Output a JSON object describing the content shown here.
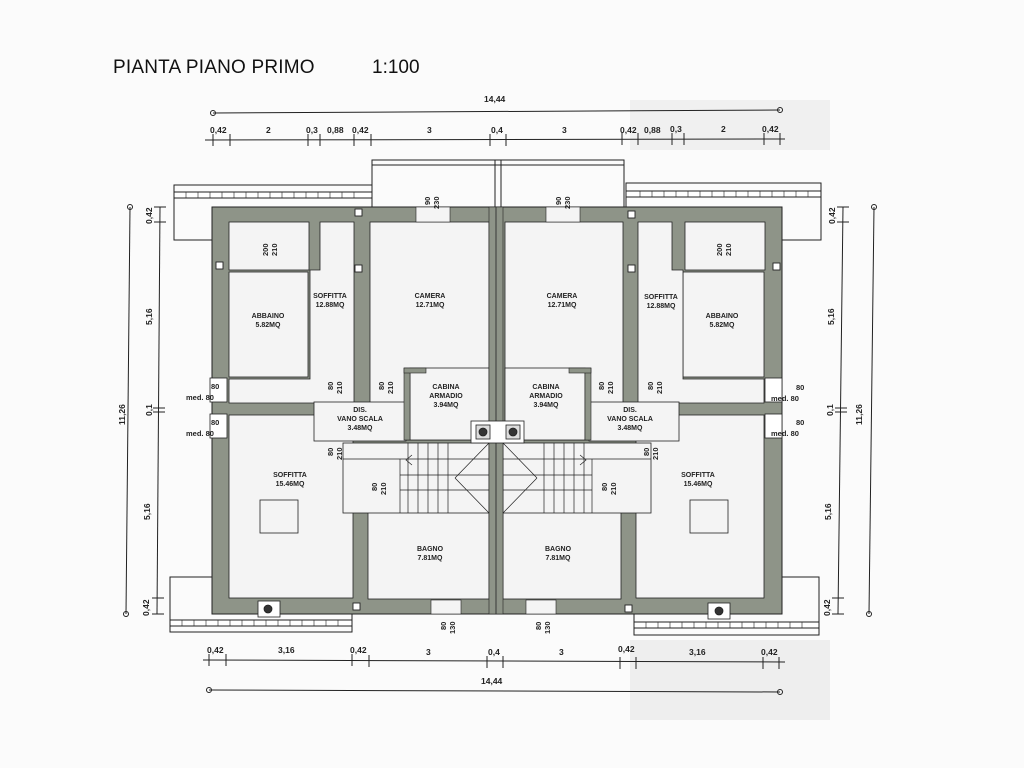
{
  "header": {
    "title": "PIANTA PIANO PRIMO",
    "scale": "1:100"
  },
  "colors": {
    "wall": "#8e9488",
    "floor": "#f4f4f4",
    "line": "#222222",
    "shadow": "#d9d9d9"
  },
  "dimensions": {
    "top_total": "14,44",
    "top_segments": [
      "0,42",
      "2",
      "0,3",
      "0,88",
      "0,42",
      "3",
      "0,4",
      "3",
      "0,42",
      "0,88",
      "0,3",
      "2",
      "0,42"
    ],
    "bottom_segments": [
      "0,42",
      "3,16",
      "0,42",
      "3",
      "0,4",
      "3",
      "0,42",
      "3,16",
      "0,42"
    ],
    "bottom_total": "14,44",
    "left_segments": [
      "0,42",
      "5,16",
      "0,1",
      "5,16",
      "0,42"
    ],
    "left_total": "11,26",
    "right_segments": [
      "0,42",
      "5,16",
      "0,1",
      "5,16",
      "0,42"
    ],
    "right_total": "11,26"
  },
  "rooms": {
    "left": {
      "abbaino": {
        "name": "ABBAINO",
        "area": "5.82MQ"
      },
      "soffitta_top": {
        "name": "SOFFITTA",
        "area": "12.88MQ"
      },
      "camera": {
        "name": "CAMERA",
        "area": "12.71MQ"
      },
      "cabina": {
        "name1": "CABINA",
        "name2": "ARMADIO",
        "area": "3.94MQ"
      },
      "dis": {
        "name1": "DIS.",
        "name2": "VANO SCALA",
        "area": "3.48MQ"
      },
      "soffitta_bottom": {
        "name": "SOFFITTA",
        "area": "15.46MQ"
      },
      "bagno": {
        "name": "BAGNO",
        "area": "7.81MQ"
      }
    },
    "right": {
      "abbaino": {
        "name": "ABBAINO",
        "area": "5.82MQ"
      },
      "soffitta_top": {
        "name": "SOFFITTA",
        "area": "12.88MQ"
      },
      "camera": {
        "name": "CAMERA",
        "area": "12.71MQ"
      },
      "cabina": {
        "name1": "CABINA",
        "name2": "ARMADIO",
        "area": "3.94MQ"
      },
      "dis": {
        "name1": "DIS.",
        "name2": "VANO SCALA",
        "area": "3.48MQ"
      },
      "soffitta_bottom": {
        "name": "SOFFITTA",
        "area": "15.46MQ"
      },
      "bagno": {
        "name": "BAGNO",
        "area": "7.81MQ"
      }
    }
  },
  "openings": {
    "window_top": {
      "w": "90",
      "h": "230"
    },
    "abbaino_door": {
      "w": "200",
      "h": "210"
    },
    "door": {
      "w": "80",
      "h": "210"
    },
    "bath_window": {
      "w": "80",
      "h": "130"
    },
    "side_window": {
      "w": "80",
      "med_label": "med. 80"
    }
  }
}
